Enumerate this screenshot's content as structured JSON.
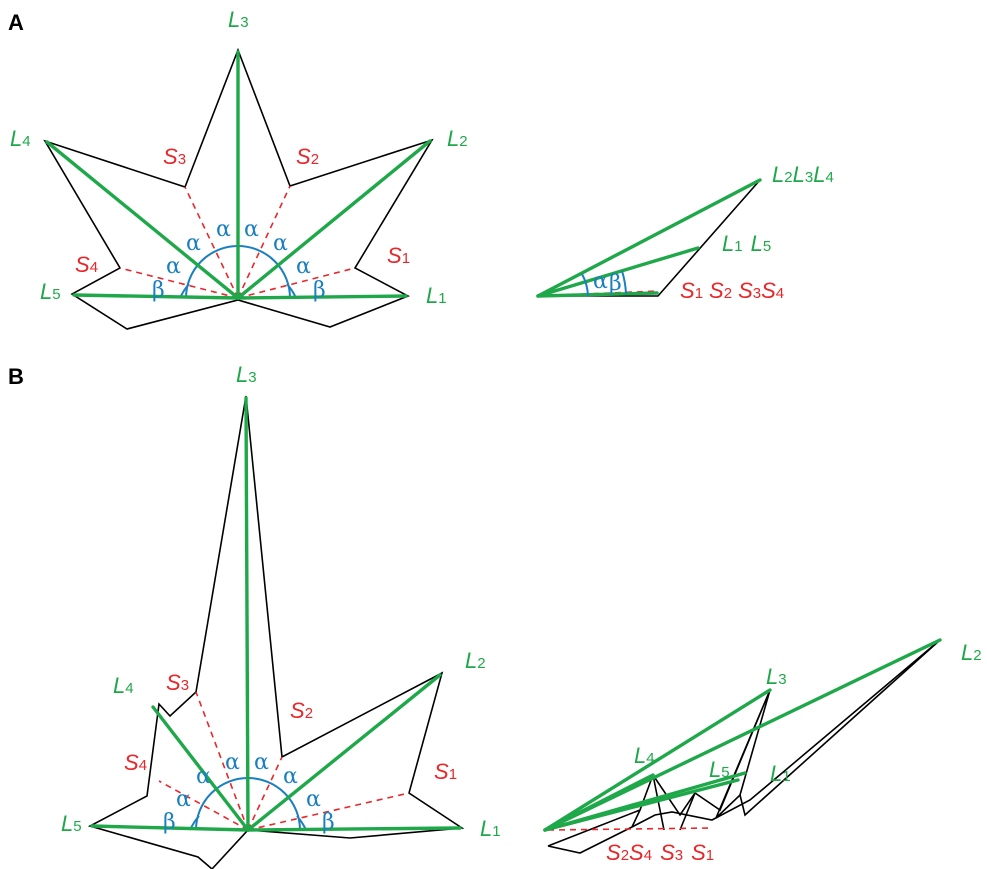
{
  "colors": {
    "leaf_rib": "#1fa84a",
    "sinus": "#e8272a",
    "angle": "#1a7fbf",
    "outline": "#000000"
  },
  "panels": {
    "a": {
      "label": "A",
      "lobes": [
        {
          "letter": "L",
          "index": "3"
        },
        {
          "letter": "L",
          "index": "4"
        },
        {
          "letter": "L",
          "index": "2"
        },
        {
          "letter": "L",
          "index": "5"
        },
        {
          "letter": "L",
          "index": "1"
        }
      ],
      "sinuses": [
        {
          "letter": "S",
          "index": "3"
        },
        {
          "letter": "S",
          "index": "2"
        },
        {
          "letter": "S",
          "index": "4"
        },
        {
          "letter": "S",
          "index": "1"
        }
      ],
      "angles": [
        "α",
        "α",
        "α",
        "α",
        "α",
        "α",
        "β",
        "β"
      ],
      "folded": {
        "lobe_group_top": [
          {
            "letter": "L",
            "index": "2"
          },
          {
            "letter": "L",
            "index": "3"
          },
          {
            "letter": "L",
            "index": "4"
          }
        ],
        "lobe_group_mid": [
          {
            "letter": "L",
            "index": "1"
          },
          {
            "letter": "L",
            "index": "5"
          }
        ],
        "sinus_group": [
          {
            "letter": "S",
            "index": "1"
          },
          {
            "letter": "S",
            "index": "2"
          },
          {
            "letter": "S",
            "index": "3"
          },
          {
            "letter": "S",
            "index": "4"
          }
        ],
        "angles": [
          "α",
          "β"
        ]
      }
    },
    "b": {
      "label": "B",
      "lobes": [
        {
          "letter": "L",
          "index": "3"
        },
        {
          "letter": "L",
          "index": "2"
        },
        {
          "letter": "L",
          "index": "4"
        },
        {
          "letter": "L",
          "index": "5"
        },
        {
          "letter": "L",
          "index": "1"
        }
      ],
      "sinuses": [
        {
          "letter": "S",
          "index": "3"
        },
        {
          "letter": "S",
          "index": "2"
        },
        {
          "letter": "S",
          "index": "4"
        },
        {
          "letter": "S",
          "index": "1"
        }
      ],
      "angles": [
        "α",
        "α",
        "α",
        "α",
        "α",
        "α",
        "β",
        "β"
      ],
      "folded": {
        "lobes": [
          {
            "letter": "L",
            "index": "2"
          },
          {
            "letter": "L",
            "index": "3"
          },
          {
            "letter": "L",
            "index": "4"
          },
          {
            "letter": "L",
            "index": "5"
          },
          {
            "letter": "L",
            "index": "1"
          }
        ],
        "sinuses": [
          {
            "letter": "S",
            "index": "2"
          },
          {
            "letter": "S",
            "index": "4"
          },
          {
            "letter": "S",
            "index": "3"
          },
          {
            "letter": "S",
            "index": "1"
          }
        ]
      }
    }
  }
}
